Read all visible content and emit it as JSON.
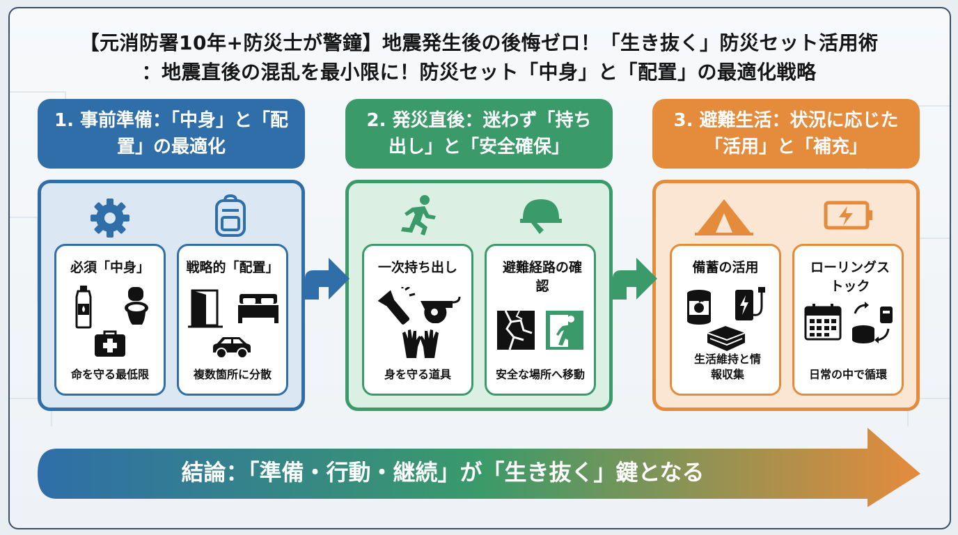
{
  "title": {
    "line1": "【元消防署10年+防災士が警鐘】地震発生後の後悔ゼロ！「生き抜く」防災セット活用術",
    "line2": "：地震直後の混乱を最小限に！防災セット「中身」と「配置」の最適化戦略"
  },
  "colors": {
    "blue": "#2f6ea8",
    "green": "#3a9a6a",
    "orange": "#e58b3c"
  },
  "sections": [
    {
      "heading": "1. 事前準備：「中身」と「配置」の最適化",
      "header_icons": [
        "gear-icon",
        "backpack-icon"
      ],
      "cards": [
        {
          "title": "必須「中身」",
          "footer": "命を守る最低限",
          "icons": [
            "water-bottle-icon",
            "toilet-icon",
            "first-aid-kit-icon"
          ]
        },
        {
          "title": "戦略的「配置」",
          "footer": "複数箇所に分散",
          "icons": [
            "door-icon",
            "bed-icon",
            "car-icon"
          ]
        }
      ]
    },
    {
      "heading": "2. 発災直後：迷わず「持ち出し」と「安全確保」",
      "header_icons": [
        "running-person-icon",
        "helmet-icon"
      ],
      "cards": [
        {
          "title": "一次持ち出し",
          "footer": "身を守る道具",
          "icons": [
            "flashlight-icon",
            "whistle-icon",
            "gloves-icon"
          ]
        },
        {
          "title": "避難経路の確認",
          "footer": "安全な場所へ移動",
          "icons": [
            "cracked-wall-icon",
            "emergency-exit-icon"
          ]
        }
      ]
    },
    {
      "heading": "3. 避難生活：状況に応じた「活用」と「補充」",
      "header_icons": [
        "tent-icon",
        "battery-icon"
      ],
      "cards": [
        {
          "title": "備蓄の活用",
          "footer": "生活維持と情報収集",
          "icons": [
            "canned-food-icon",
            "power-bank-icon",
            "blanket-icon"
          ]
        },
        {
          "title": "ローリングストック",
          "footer": "日常の中で循環",
          "icons": [
            "calendar-icon",
            "rotation-food-icon"
          ]
        }
      ]
    }
  ],
  "conclusion": "結論：「準備・行動・継続」が「生き抜く」鍵となる"
}
